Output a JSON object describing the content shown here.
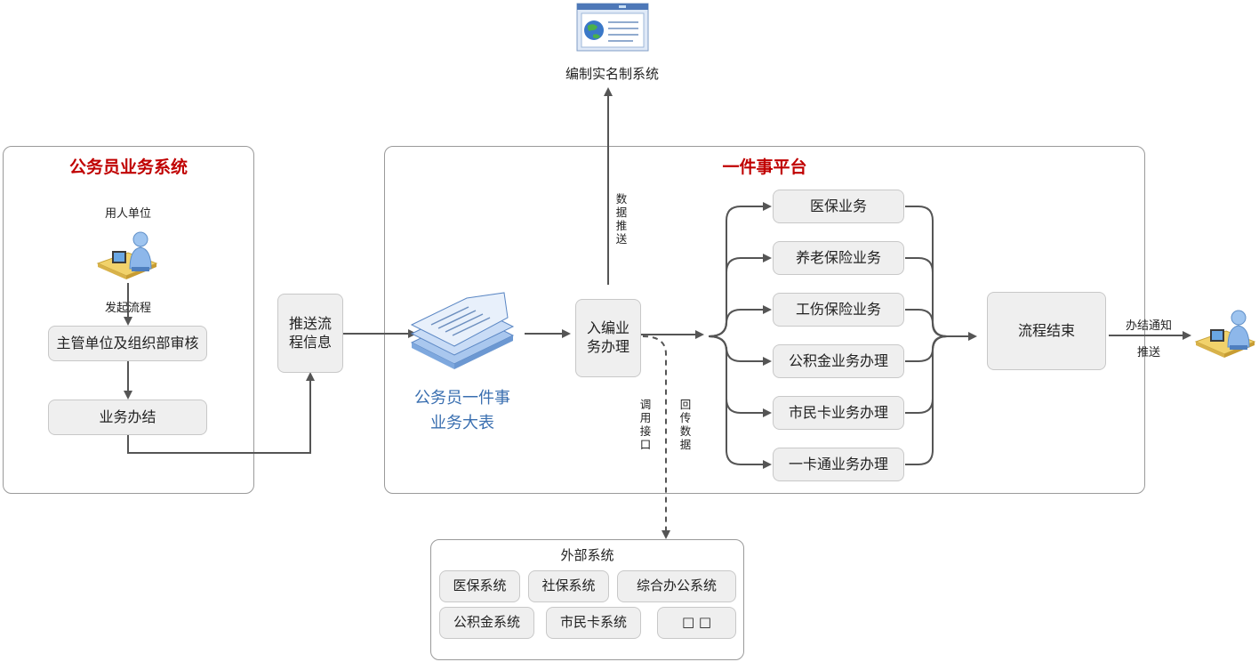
{
  "left_panel": {
    "title": "公务员业务系统",
    "actor_label": "用人单位",
    "start_label": "发起流程",
    "review_node": "主管单位及组织部审核",
    "done_node": "业务办结"
  },
  "push_node": "推送流程信息",
  "top_system": {
    "label": "编制实名制系统"
  },
  "data_push_label": "数据推送",
  "platform": {
    "title": "一件事平台",
    "doc_label_line1": "公务员一件事",
    "doc_label_line2": "业务大表",
    "entry_node": "入编业务办理",
    "services": [
      "医保业务",
      "养老保险业务",
      "工伤保险业务",
      "公积金业务办理",
      "市民卡业务办理",
      "一卡通业务办理"
    ],
    "end_node": "流程结束",
    "call_label": "调用接口",
    "return_label": "回传数据"
  },
  "notify": {
    "top": "办结通知",
    "bottom": "推送"
  },
  "external": {
    "title": "外部系统",
    "systems": [
      "医保系统",
      "社保系统",
      "综合办公系统",
      "公积金系统",
      "市民卡系统",
      "□ □"
    ]
  }
}
